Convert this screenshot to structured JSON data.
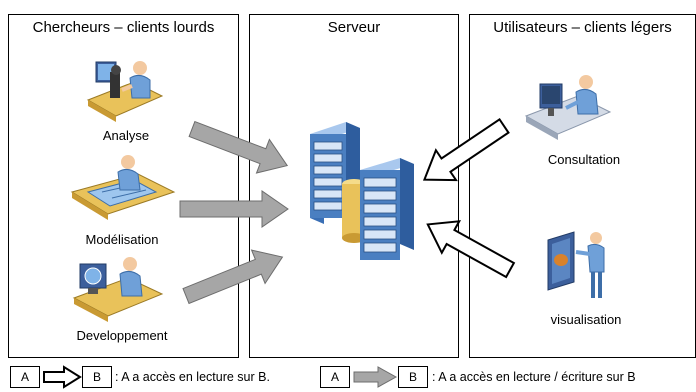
{
  "panels": {
    "left": {
      "title": "Chercheurs – clients lourds"
    },
    "center": {
      "title": "Serveur"
    },
    "right": {
      "title": "Utilisateurs – clients légers"
    }
  },
  "nodes": {
    "analyse": {
      "label": "Analyse",
      "icon": "microscope-researcher-icon"
    },
    "modelisation": {
      "label": "Modélisation",
      "icon": "blueprint-researcher-icon"
    },
    "developpement": {
      "label": "Developpement",
      "icon": "developer-workstation-icon"
    },
    "serveur": {
      "icon": "server-rack-icon"
    },
    "consultation": {
      "label": "Consultation",
      "icon": "computer-user-icon"
    },
    "visualisation": {
      "label": "visualisation",
      "icon": "presentation-user-icon"
    }
  },
  "legend": {
    "item1": {
      "a": "A",
      "b": "B",
      "text": ": A a accès en lecture sur B."
    },
    "item2": {
      "a": "A",
      "b": "B",
      "text": ": A a accès en lecture / écriture sur B"
    }
  },
  "colors": {
    "gray_arrow": "#a6a6a6",
    "gray_arrow_stroke": "#6d6d6d",
    "server_blue": "#4a7fc1",
    "server_gold": "#e9c25a"
  }
}
